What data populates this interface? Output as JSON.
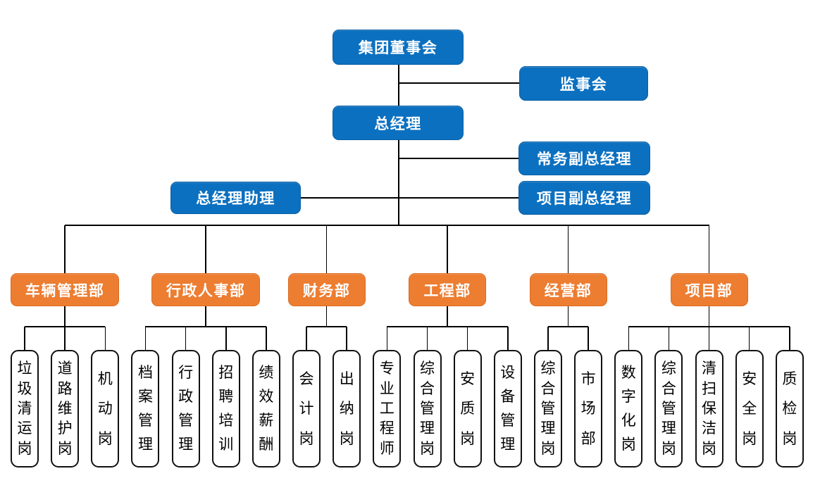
{
  "colors": {
    "node_blue": "#0B70C0",
    "node_blue_border": "#0A5EA2",
    "node_orange": "#ED7D31",
    "node_orange_border": "#D96B22",
    "leaf_background": "#FFFFFF",
    "leaf_border": "#111111",
    "connector": "#000000"
  },
  "executive": {
    "board": "集团董事会",
    "supervisory": "监事会",
    "general_manager": "总经理",
    "executive_deputy_gm": "常务副总经理",
    "gm_assistant": "总经理助理",
    "project_deputy_gm": "项目副总经理"
  },
  "departments": [
    {
      "label": "车辆管理部",
      "positions": [
        "垃圾清运岗",
        "道路维护岗",
        "机动岗"
      ]
    },
    {
      "label": "行政人事部",
      "positions": [
        "档案管理",
        "行政管理",
        "招聘培训",
        "绩效薪酬"
      ]
    },
    {
      "label": "财务部",
      "positions": [
        "会计岗",
        "出纳岗"
      ]
    },
    {
      "label": "工程部",
      "positions": [
        "专业工程师",
        "综合管理岗",
        "安质岗",
        "设备管理"
      ]
    },
    {
      "label": "经营部",
      "positions": [
        "综合管理岗",
        "市场部"
      ]
    },
    {
      "label": "项目部",
      "positions": [
        "数字化岗",
        "综合管理岗",
        "清扫保洁岗",
        "安全岗",
        "质检岗"
      ]
    }
  ]
}
